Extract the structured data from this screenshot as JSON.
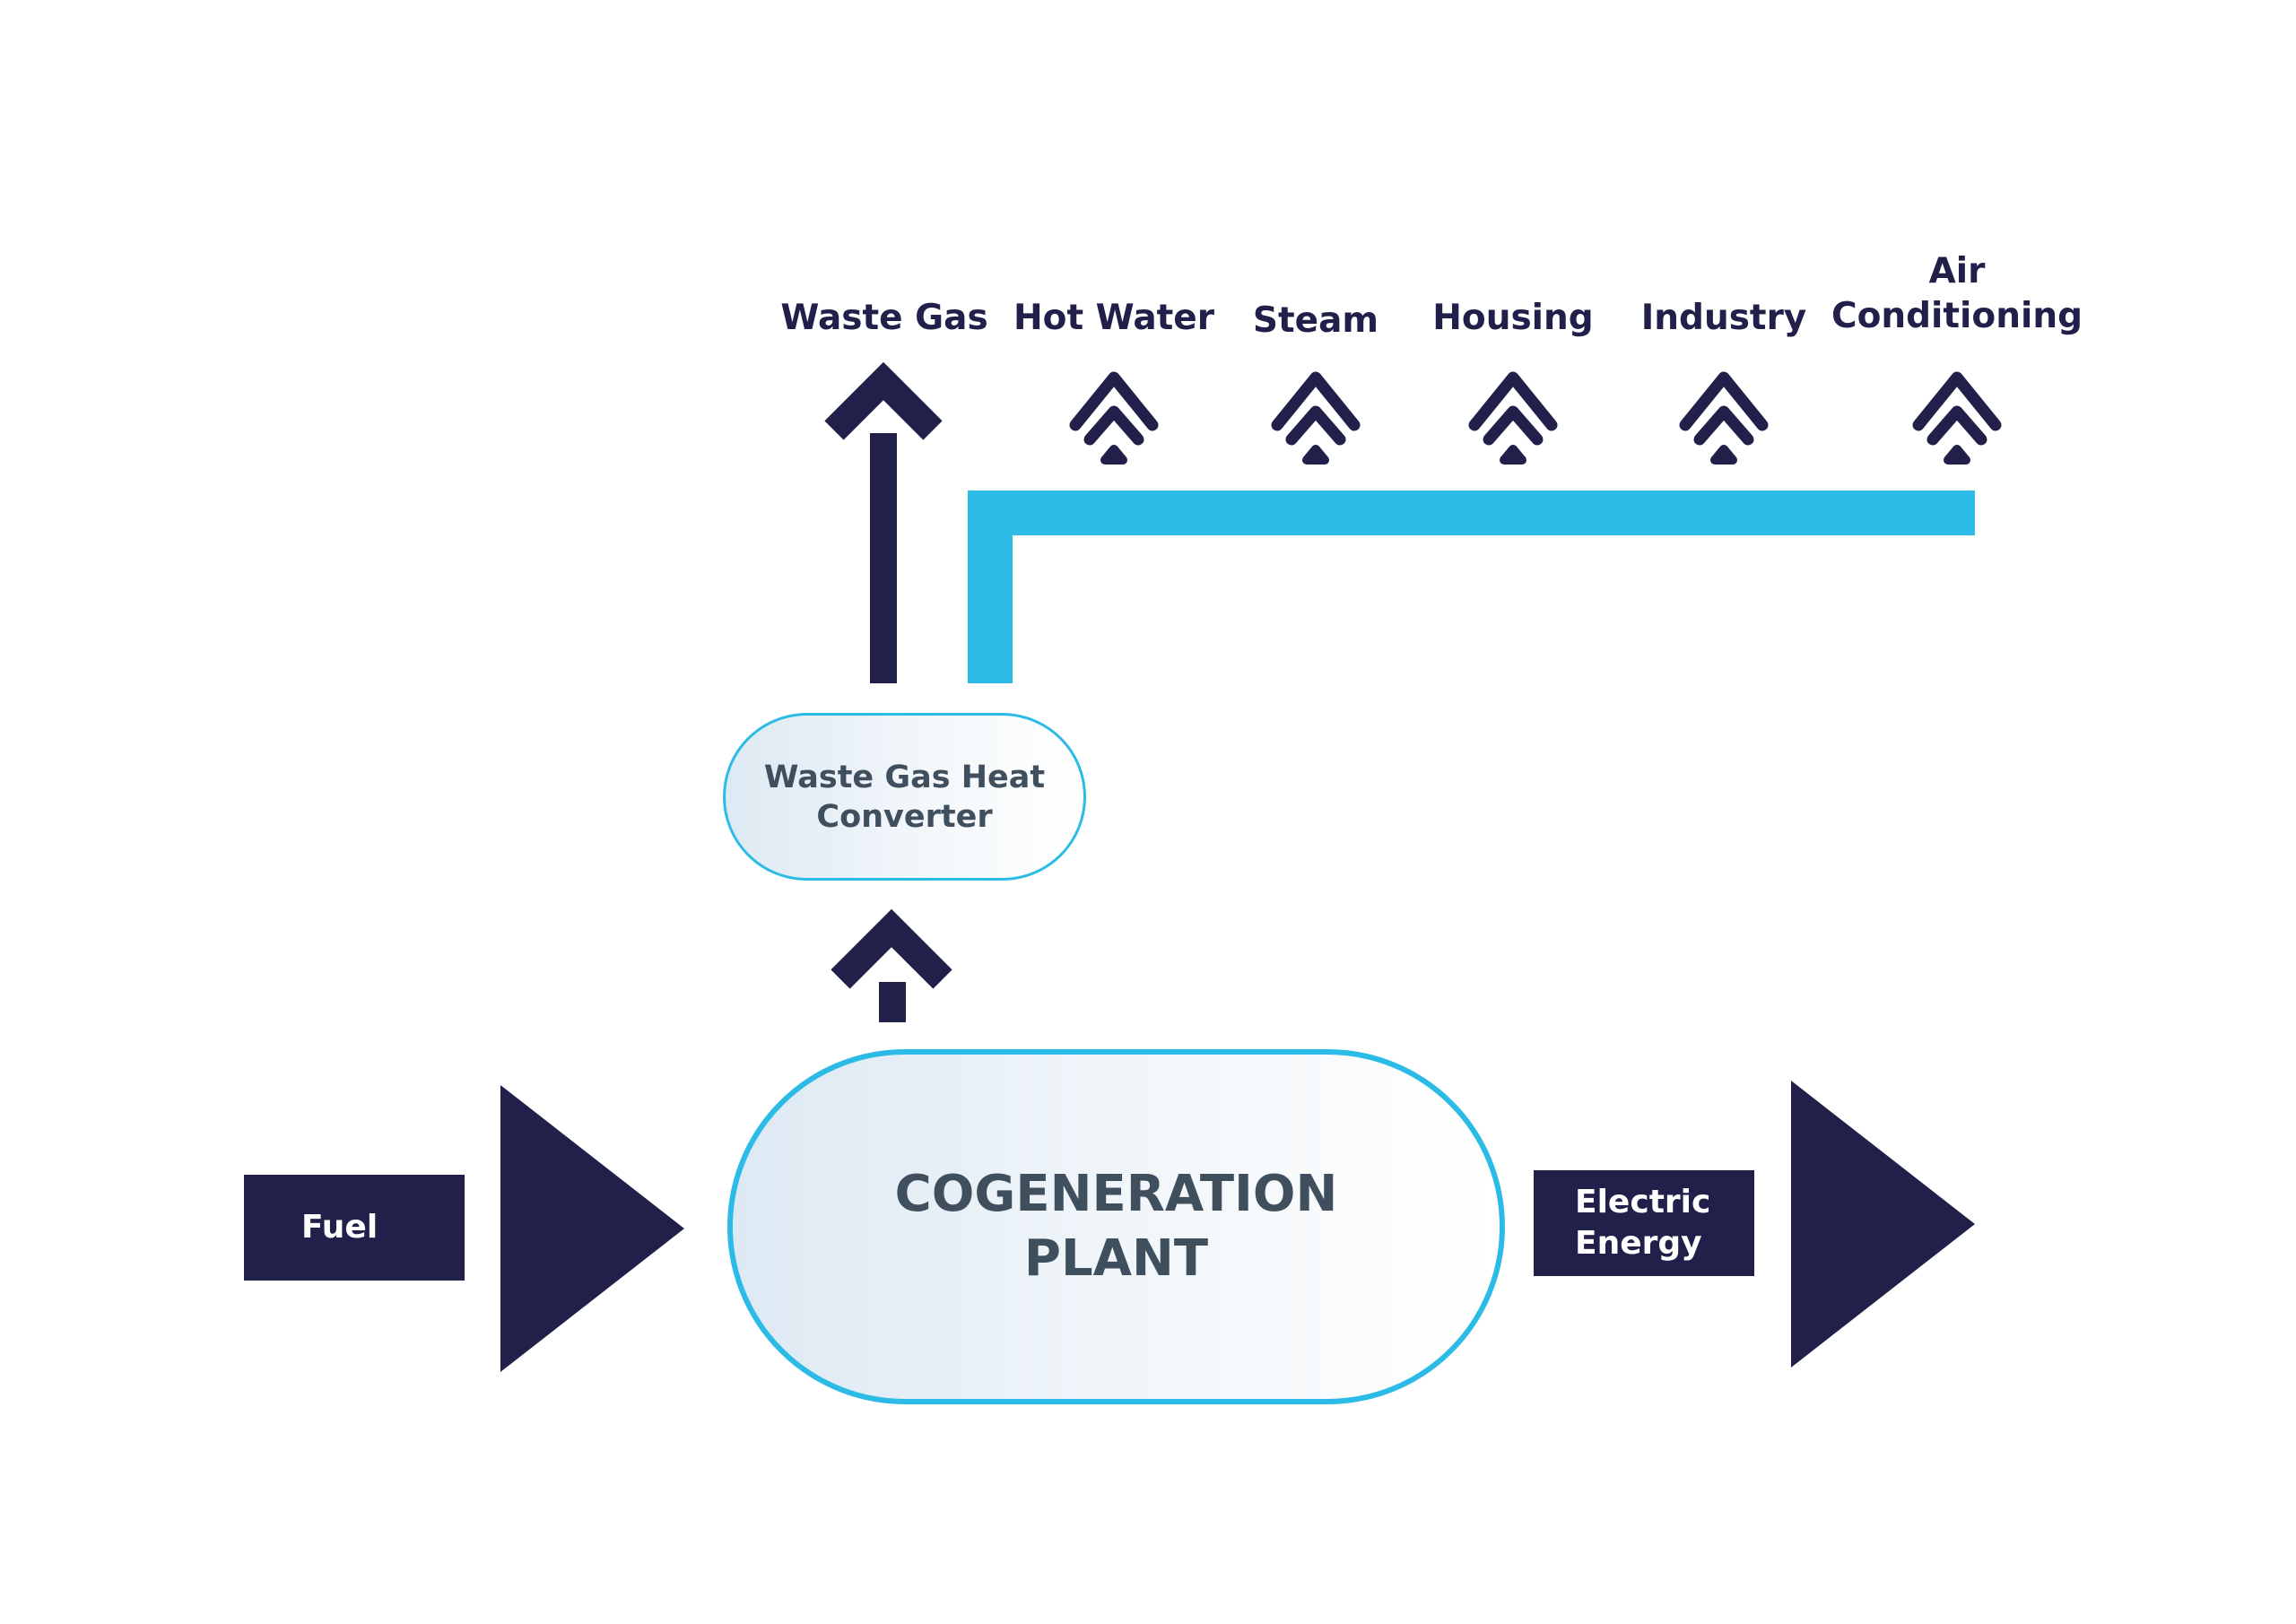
{
  "outputs": {
    "waste_gas": "Waste Gas",
    "hot_water": "Hot Water",
    "steam": "Steam",
    "housing": "Housing",
    "industry": "Industry",
    "air_conditioning_line1": "Air",
    "air_conditioning_line2": "Conditioning"
  },
  "converter": {
    "line1": "Waste Gas Heat",
    "line2": "Converter"
  },
  "plant": {
    "line1": "COGENERATION",
    "line2": "PLANT"
  },
  "input": {
    "label": "Fuel"
  },
  "output": {
    "line1": "Electric",
    "line2": "Energy"
  },
  "colors": {
    "navy": "#21204a",
    "cyan": "#2bbbe6",
    "text_gray": "#3f4f5e"
  }
}
